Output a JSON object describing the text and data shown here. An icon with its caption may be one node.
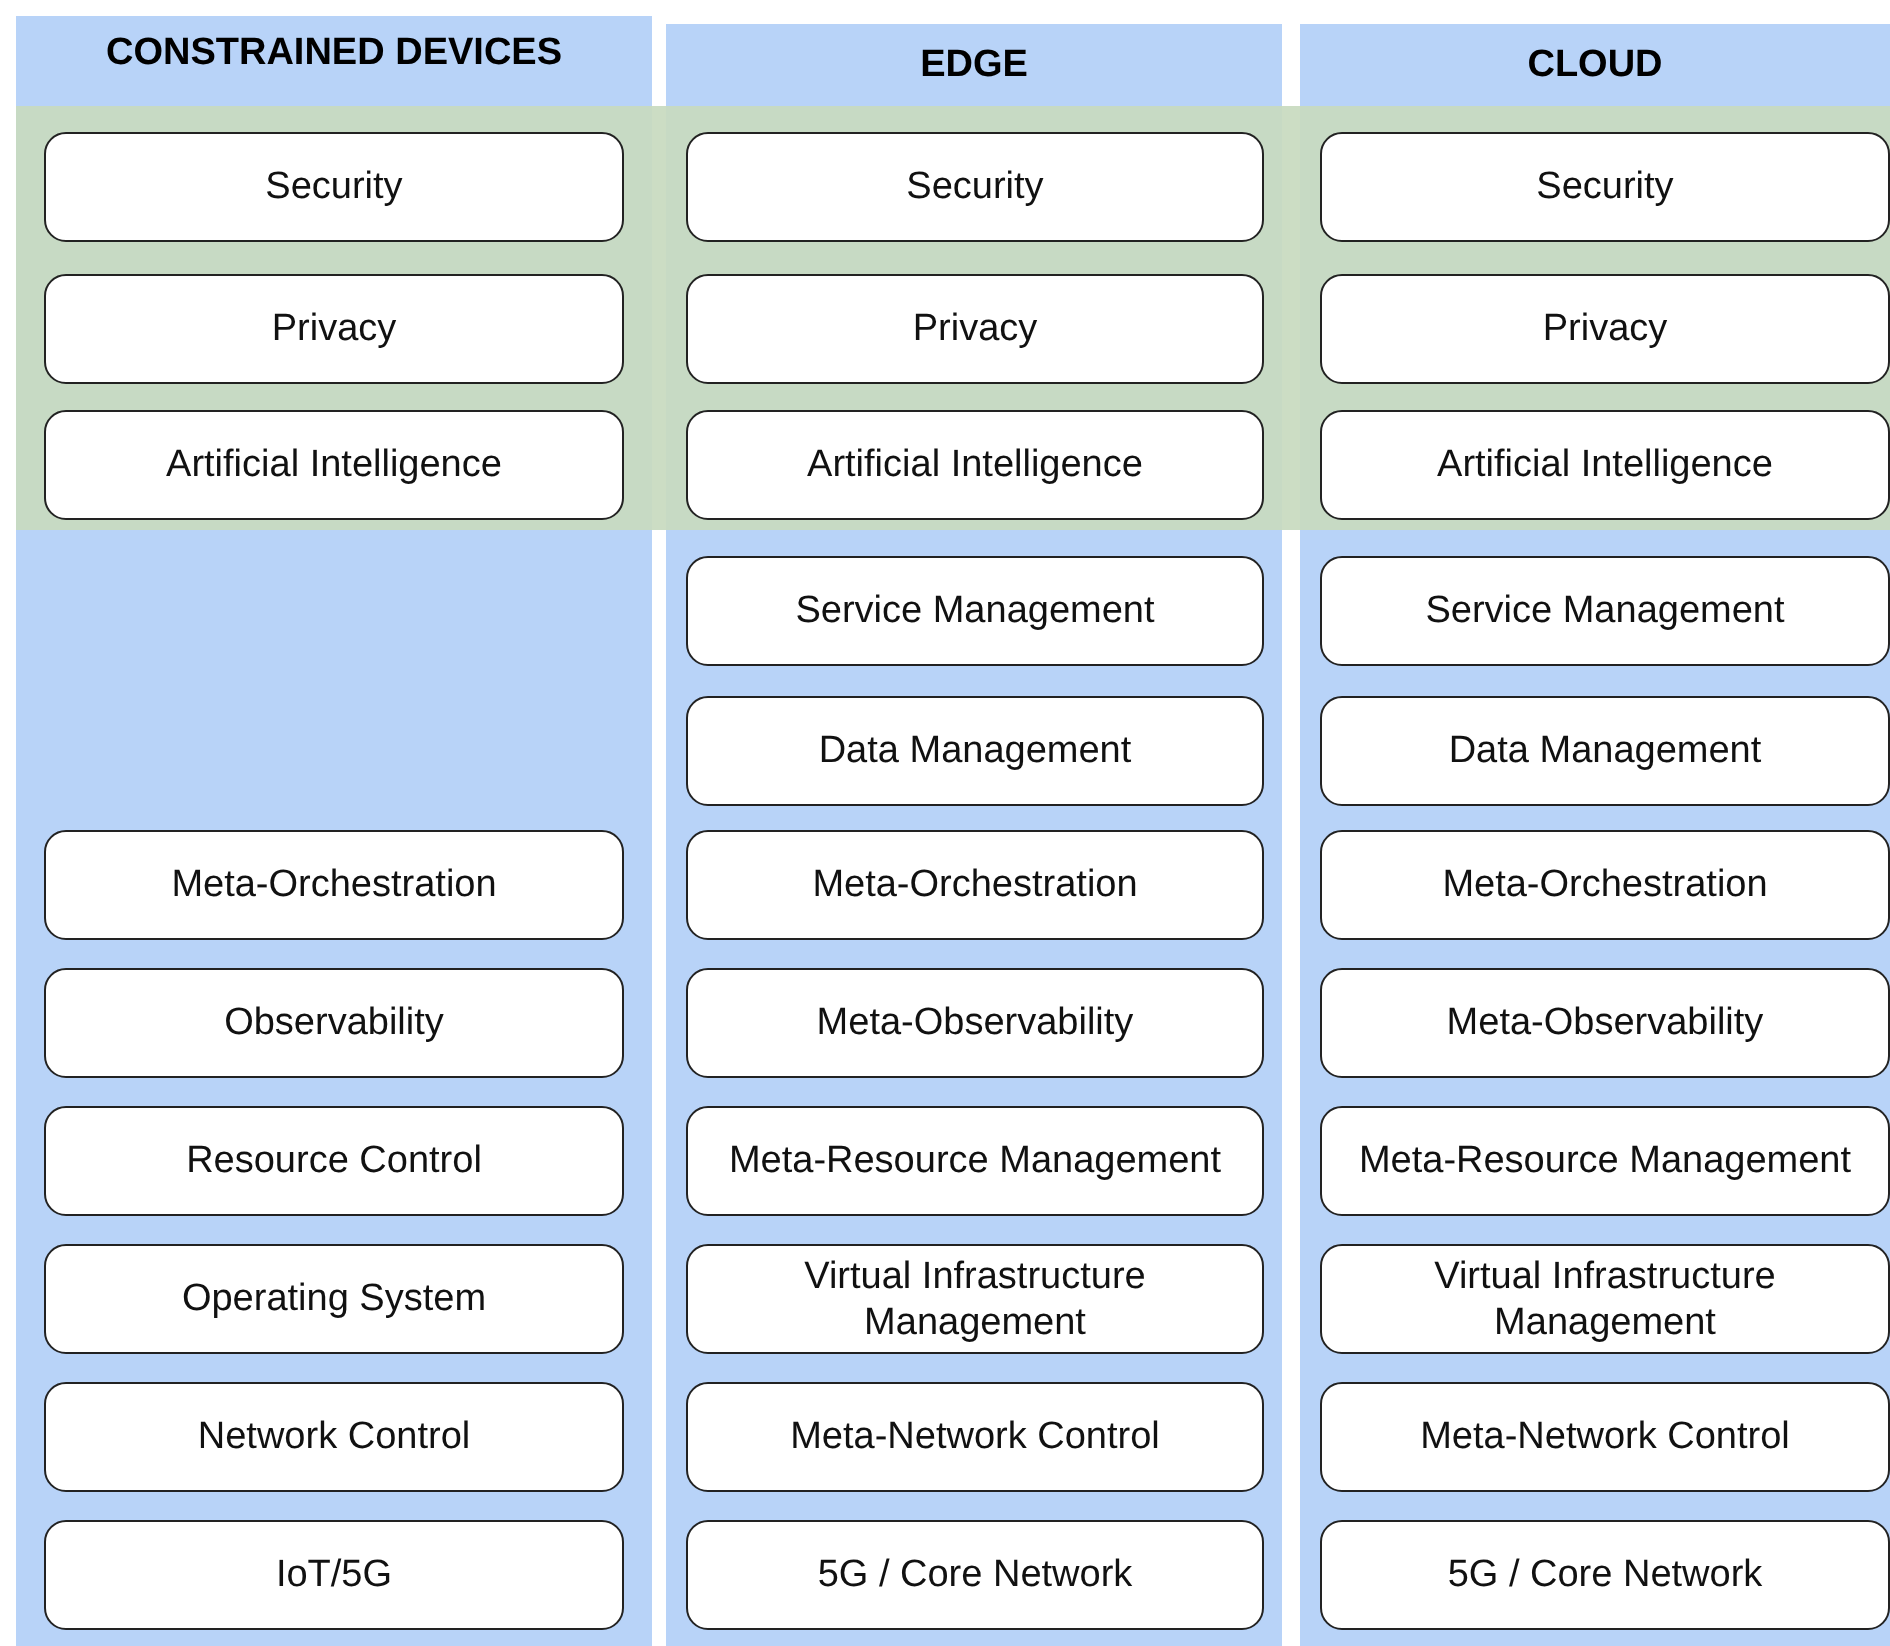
{
  "diagram": {
    "nodes": [
      {
        "text": [
          "CONSTRAINED DEVICES"
        ]
      },
      {
        "text": [
          "Security"
        ],
        "in": 0
      },
      {
        "text": [
          "Privacy"
        ],
        "in": 0
      },
      {
        "text": [
          "Artificial Intelligence"
        ],
        "in": 0
      },
      {
        "text": [
          "Meta-Orchestration"
        ],
        "in": 0
      },
      {
        "text": [
          "Observability"
        ],
        "in": 0
      },
      {
        "text": [
          "Resource Control"
        ],
        "in": 0
      },
      {
        "text": [
          "Operating System"
        ],
        "in": 0
      },
      {
        "text": [
          "Network Control"
        ],
        "in": 0
      },
      {
        "text": [
          "IoT/5G"
        ],
        "in": 0
      },
      {
        "text": [
          "EDGE"
        ]
      },
      {
        "text": [
          "Security"
        ],
        "in": 10
      },
      {
        "text": [
          "Privacy"
        ],
        "in": 10
      },
      {
        "text": [
          "Artificial Intelligence"
        ],
        "in": 10
      },
      {
        "text": [
          "Service Management"
        ],
        "in": 10
      },
      {
        "text": [
          "Data Management"
        ],
        "in": 10
      },
      {
        "text": [
          "Meta-Orchestration"
        ],
        "in": 10
      },
      {
        "text": [
          "Meta-Observability"
        ],
        "in": 10
      },
      {
        "text": [
          "Meta-Resource Management"
        ],
        "in": 10
      },
      {
        "text": [
          "Virtual Infrastructure Management"
        ],
        "in": 10
      },
      {
        "text": [
          "Meta-Network Control"
        ],
        "in": 10
      },
      {
        "text": [
          "5G / Core Network"
        ],
        "in": 10
      },
      {
        "text": [
          "CLOUD"
        ]
      },
      {
        "text": [
          "Security"
        ],
        "in": 22
      },
      {
        "text": [
          "Privacy"
        ],
        "in": 22
      },
      {
        "text": [
          "Artificial Intelligence"
        ],
        "in": 22
      },
      {
        "text": [
          "Service Management"
        ],
        "in": 22
      },
      {
        "text": [
          "Data Management"
        ],
        "in": 22
      },
      {
        "text": [
          "Meta-Orchestration"
        ],
        "in": 22
      },
      {
        "text": [
          "Meta-Observability"
        ],
        "in": 22
      },
      {
        "text": [
          "Meta-Resource Management"
        ],
        "in": 22
      },
      {
        "text": [
          "Virtual Infrastructure Management"
        ],
        "in": 22
      },
      {
        "text": [
          "Meta-Network Control"
        ],
        "in": 22
      },
      {
        "text": [
          "5G / Core Network"
        ],
        "in": 22
      }
    ]
  }
}
